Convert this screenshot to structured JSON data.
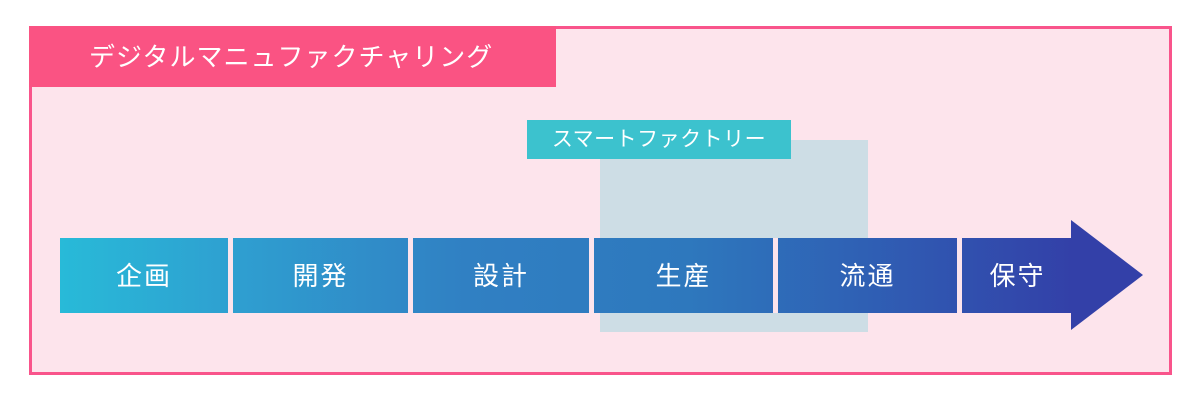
{
  "diagram": {
    "banner": {
      "label": "デジタルマニュファクチャリング",
      "bg_color": "#fa5383",
      "text_color": "#ffffff"
    },
    "frame": {
      "fill_color": "#fde4ec",
      "border_color": "#f9548b"
    },
    "callout": {
      "label": "スマートファクトリー",
      "bg_color": "#3cc2ce",
      "text_color": "#ffffff"
    },
    "highlight_block": {
      "fill_color": "#cdddE5"
    },
    "arrow": {
      "gradient_start": "#28bad8",
      "gradient_end": "#3340a8",
      "head_color": "#3340a8",
      "stages": [
        {
          "label": "企画"
        },
        {
          "label": "開発"
        },
        {
          "label": "設計"
        },
        {
          "label": "生産"
        },
        {
          "label": "流通"
        },
        {
          "label": "保守"
        }
      ]
    }
  }
}
